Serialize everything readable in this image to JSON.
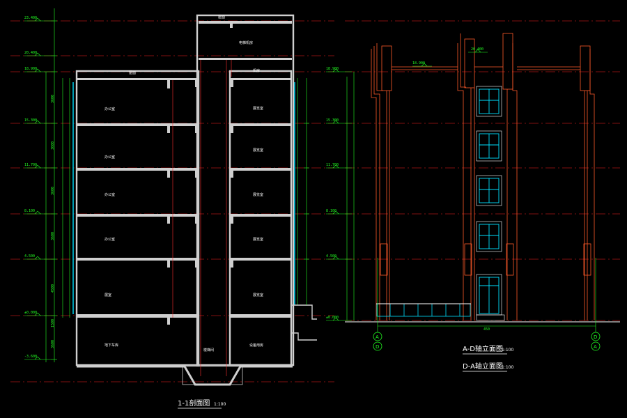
{
  "section_drawing": {
    "title": "1-1剖面图",
    "scale": "1:100",
    "levels": [
      "23.400",
      "20.400",
      "18.900",
      "15.300",
      "11.700",
      "8.100",
      "4.500",
      "±0.000",
      "-3.600"
    ],
    "roof_label": "屋面",
    "top_label": "屋面",
    "rooms_left": [
      "办公室",
      "办公室",
      "办公室",
      "办公室",
      "展室",
      "地下车库"
    ],
    "rooms_right": [
      "电梯机房",
      "机房",
      "展览室",
      "展览室",
      "展览室",
      "展览室",
      "展览室",
      "设备用房"
    ],
    "rooms_mid": [
      "楼梯间"
    ],
    "dims_outer": [
      "3600",
      "3600",
      "3600",
      "3600",
      "4500",
      "1500",
      "3600"
    ]
  },
  "elevation_drawing": {
    "titles": [
      "A-D轴立面图",
      "D-A轴立面图"
    ],
    "scale": "1:100",
    "axis_labels": [
      "A",
      "D",
      "D",
      "A"
    ],
    "levels": [
      "18.900",
      "15.300",
      "11.700",
      "8.100",
      "4.500",
      "±0.000"
    ],
    "top_levels": [
      "20.400",
      "18.900"
    ],
    "bottom_dim": "450"
  }
}
